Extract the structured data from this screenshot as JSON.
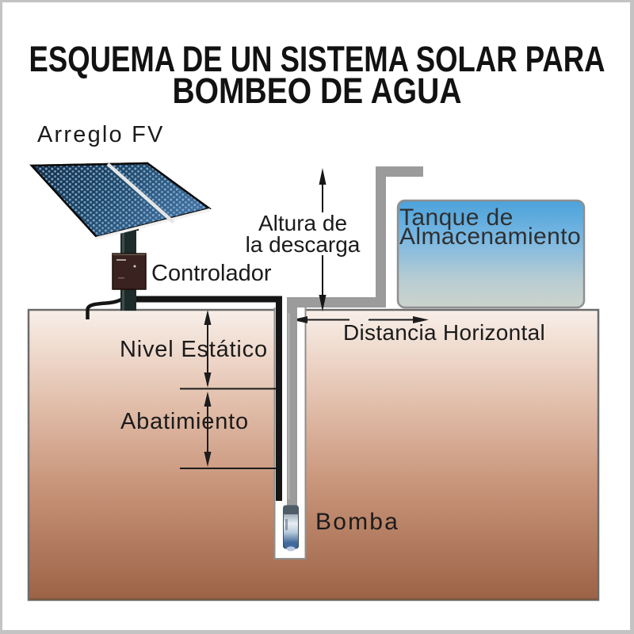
{
  "title": {
    "line1": "ESQUEMA DE UN SISTEMA SOLAR PARA",
    "line2": "BOMBEO DE AGUA"
  },
  "diagram": {
    "pv_array_label": "Arreglo FV",
    "controller_label": "Controlador",
    "discharge_height_label": {
      "line1": "Altura de",
      "line2": "la descarga"
    },
    "tank_label": {
      "line1": "Tanque de",
      "line2": "Almacenamiento"
    },
    "horizontal_distance_label": "Distancia Horizontal",
    "static_level_label": "Nivel Estático",
    "drawdown_label": "Abatimiento",
    "pump_label": "Bomba"
  },
  "colors": {
    "tank_top": "#4aa2da",
    "tank_bottom": "#ccd5c9",
    "ground_top": "#f8efe9",
    "ground_bottom": "#9c6246",
    "pipe_gray": "#9b9b9b",
    "panel_blue": "#1f4868",
    "cable_black": "#151515",
    "controller_brown": "#3a2220"
  }
}
